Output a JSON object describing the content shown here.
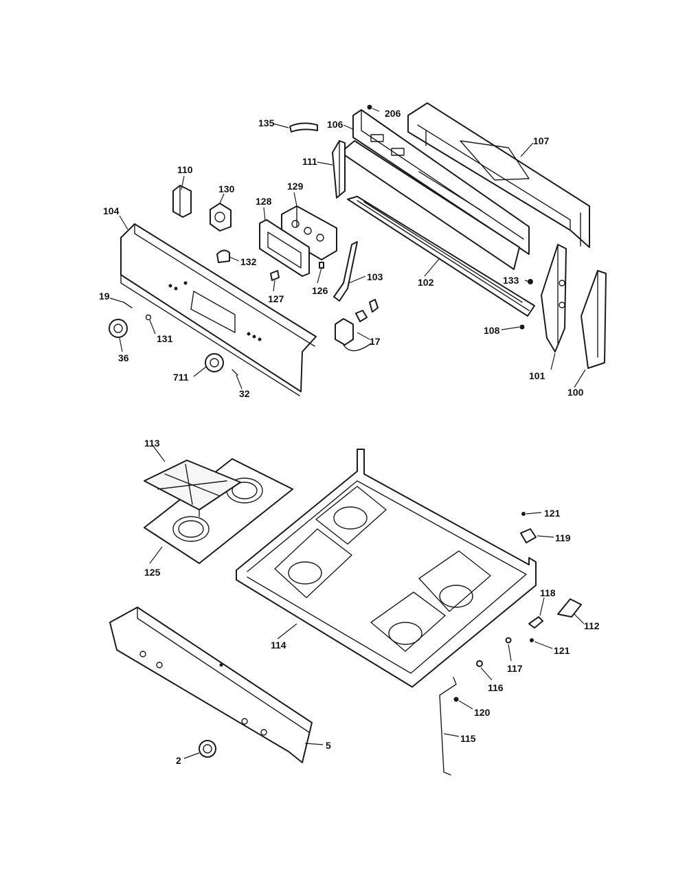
{
  "callouts": [
    {
      "id": "c206",
      "text": "206"
    },
    {
      "id": "c135",
      "text": "135"
    },
    {
      "id": "c106",
      "text": "106"
    },
    {
      "id": "c107",
      "text": "107"
    },
    {
      "id": "c111",
      "text": "111"
    },
    {
      "id": "c110",
      "text": "110"
    },
    {
      "id": "c130",
      "text": "130"
    },
    {
      "id": "c129",
      "text": "129"
    },
    {
      "id": "c128",
      "text": "128"
    },
    {
      "id": "c104",
      "text": "104"
    },
    {
      "id": "c132",
      "text": "132"
    },
    {
      "id": "c103",
      "text": "103"
    },
    {
      "id": "c102",
      "text": "102"
    },
    {
      "id": "c133",
      "text": "133"
    },
    {
      "id": "c127",
      "text": "127"
    },
    {
      "id": "c126",
      "text": "126"
    },
    {
      "id": "c19",
      "text": "19"
    },
    {
      "id": "c131",
      "text": "131"
    },
    {
      "id": "c36",
      "text": "36"
    },
    {
      "id": "c17",
      "text": "17"
    },
    {
      "id": "c108",
      "text": "108"
    },
    {
      "id": "c101",
      "text": "101"
    },
    {
      "id": "c100",
      "text": "100"
    },
    {
      "id": "c711",
      "text": "711"
    },
    {
      "id": "c32",
      "text": "32"
    },
    {
      "id": "c113",
      "text": "113"
    },
    {
      "id": "c125",
      "text": "125"
    },
    {
      "id": "c121a",
      "text": "121"
    },
    {
      "id": "c119",
      "text": "119"
    },
    {
      "id": "c118",
      "text": "118"
    },
    {
      "id": "c112",
      "text": "112"
    },
    {
      "id": "c114",
      "text": "114"
    },
    {
      "id": "c121b",
      "text": "121"
    },
    {
      "id": "c117",
      "text": "117"
    },
    {
      "id": "c116",
      "text": "116"
    },
    {
      "id": "c120",
      "text": "120"
    },
    {
      "id": "c115",
      "text": "115"
    },
    {
      "id": "c2",
      "text": "2"
    },
    {
      "id": "c5",
      "text": "5"
    }
  ]
}
